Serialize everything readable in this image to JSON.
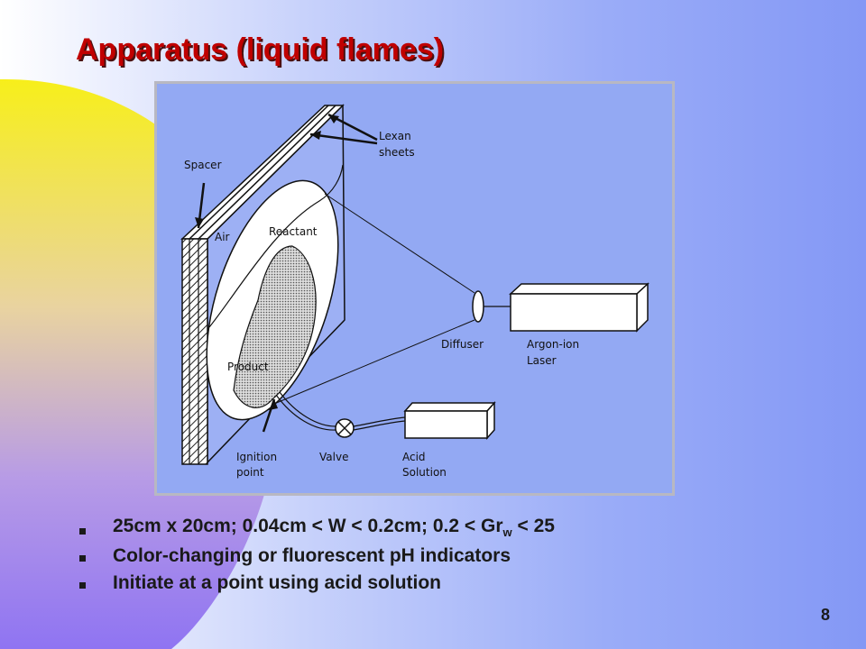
{
  "slide": {
    "title": "Apparatus (liquid flames)",
    "page_number": "8"
  },
  "diagram": {
    "labels": {
      "lexan": [
        "Lexan",
        "sheets"
      ],
      "spacer": "Spacer",
      "air": "Air",
      "reactant": "Reactant",
      "product": "Product",
      "diffuser": "Diffuser",
      "laser": [
        "Argon-ion",
        "Laser"
      ],
      "ignition": [
        "Ignition",
        "point"
      ],
      "valve": "Valve",
      "acid": [
        "Acid",
        "Solution"
      ]
    }
  },
  "bullets": [
    {
      "pre": "25cm x 20cm; 0.04cm < W < 0.2cm; 0.2 < Gr",
      "sub": "w",
      "post": " < 25"
    },
    {
      "text": "Color-changing or fluorescent pH indicators"
    },
    {
      "text": "Initiate at a point using acid solution"
    }
  ],
  "colors": {
    "title": "#c00000",
    "accent_yellow": "#f7ef1a",
    "accent_purple": "#9a78ef"
  }
}
